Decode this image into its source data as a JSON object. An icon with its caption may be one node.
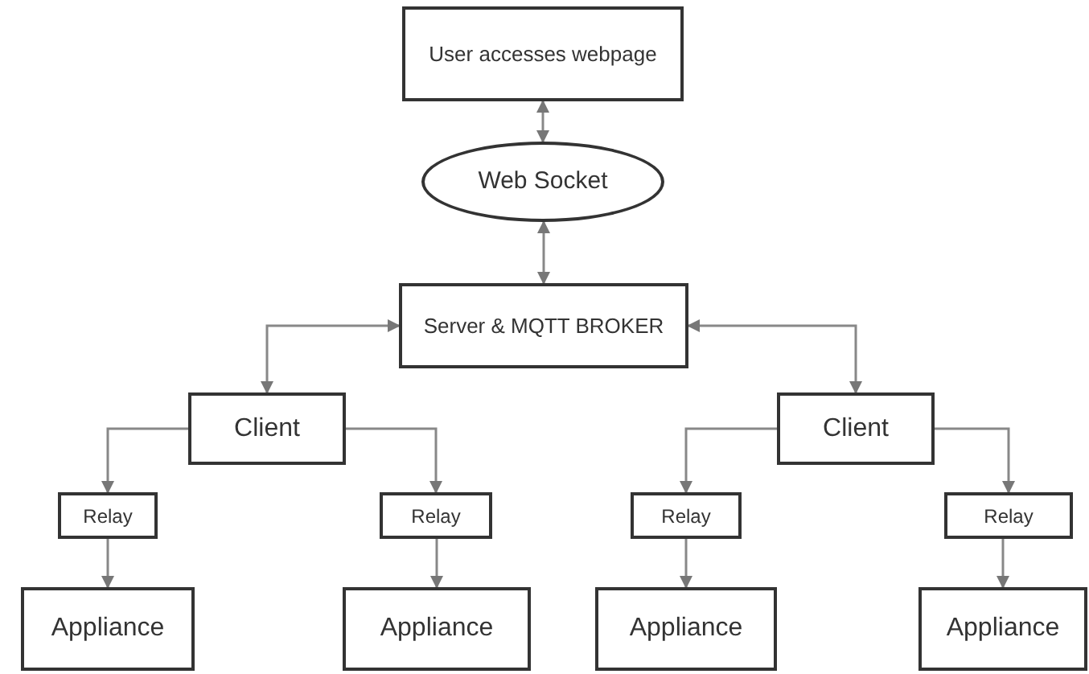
{
  "diagram": {
    "nodes": [
      {
        "text": [
          "User accesses webpage"
        ]
      },
      {
        "text": [
          "Web Socket"
        ]
      },
      {
        "text": [
          "Server & MQTT BROKER"
        ]
      },
      {
        "text": [
          "Client"
        ]
      },
      {
        "text": [
          "Client"
        ]
      },
      {
        "text": [
          "Relay"
        ]
      },
      {
        "text": [
          "Relay"
        ]
      },
      {
        "text": [
          "Relay"
        ]
      },
      {
        "text": [
          "Relay"
        ]
      },
      {
        "text": [
          "Appliance"
        ]
      },
      {
        "text": [
          "Appliance"
        ]
      },
      {
        "text": [
          "Appliance"
        ]
      },
      {
        "text": [
          "Appliance"
        ]
      }
    ],
    "edges": [
      {
        "from": 0,
        "to": 1,
        "arrow": "both"
      },
      {
        "from": 1,
        "to": 2,
        "arrow": "both"
      },
      {
        "from": 2,
        "to": 3,
        "arrow": "both"
      },
      {
        "from": 2,
        "to": 4,
        "arrow": "both"
      },
      {
        "from": 3,
        "to": 5,
        "arrow": "to"
      },
      {
        "from": 3,
        "to": 6,
        "arrow": "to"
      },
      {
        "from": 4,
        "to": 7,
        "arrow": "to"
      },
      {
        "from": 4,
        "to": 8,
        "arrow": "to"
      },
      {
        "from": 5,
        "to": 9,
        "arrow": "to"
      },
      {
        "from": 6,
        "to": 10,
        "arrow": "to"
      },
      {
        "from": 7,
        "to": 11,
        "arrow": "to"
      },
      {
        "from": 8,
        "to": 12,
        "arrow": "to"
      }
    ]
  }
}
